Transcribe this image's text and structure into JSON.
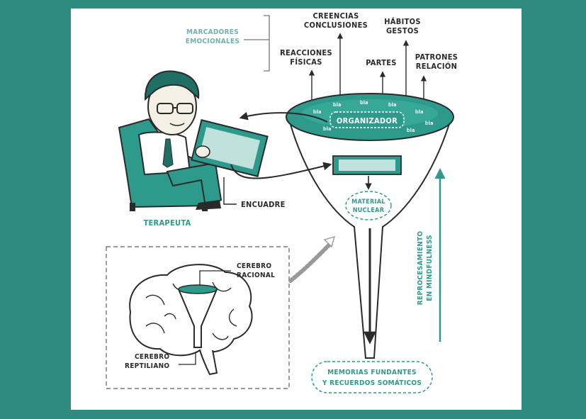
{
  "labels": {
    "marcadores_line1": "MARCADORES",
    "marcadores_line2": "EMOCIONALES",
    "creencias_line1": "CREENCIAS",
    "creencias_line2": "CONCLUSIONES",
    "habitos_line1": "HÁBITOS",
    "habitos_line2": "GESTOS",
    "reacciones_line1": "REACCIONES",
    "reacciones_line2": "FÍSICAS",
    "partes": "PARTES",
    "patrones_line1": "PATRONES",
    "patrones_line2": "RELACIÓN",
    "organizador": "ORGANIZADOR",
    "material_line1": "MATERIAL",
    "material_line2": "NUCLEAR",
    "encuadre": "ENCUADRE",
    "terapeuta": "TERAPEUTA",
    "cerebro_racional_line1": "CEREBRO",
    "cerebro_racional_line2": "RACIONAL",
    "cerebro_reptiliano_line1": "CEREBRO",
    "cerebro_reptiliano_line2": "REPTILIANO",
    "memorias_line1": "MEMORIAS FUNDANTES",
    "memorias_line2": "Y RECUERDOS SOMÁTICOS",
    "reprocesamiento_line1": "REPROCESAMIENTO",
    "reprocesamiento_line2": "EN MINDFULNESS"
  },
  "bubble_text": "bla",
  "colors": {
    "background": "#2f8a80",
    "panel": "#ffffff",
    "teal": "#2e9a8c",
    "teal_dark": "#1f6f66",
    "ink": "#2a2a2a",
    "skin": "#f4f0e6"
  }
}
